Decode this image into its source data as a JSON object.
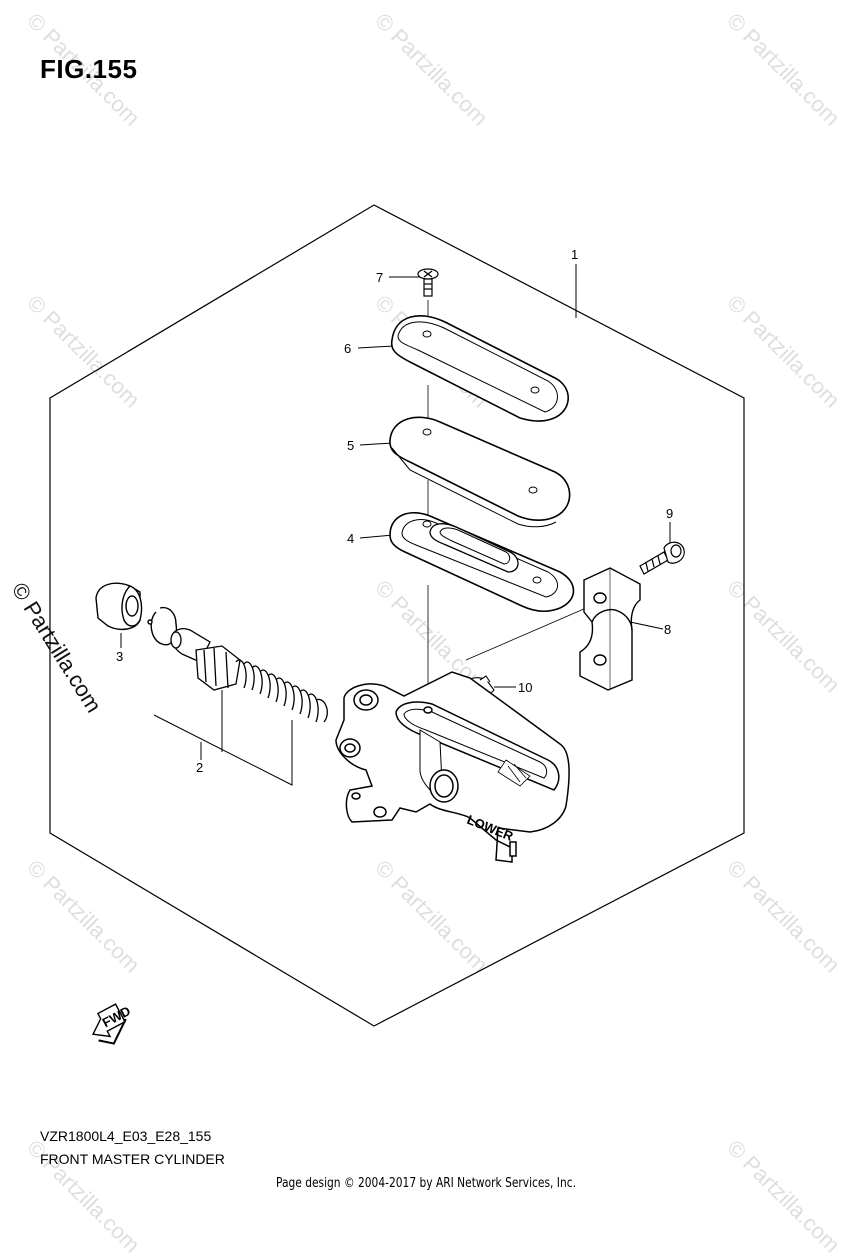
{
  "figure": {
    "title": "FIG.155",
    "model_code": "VZR1800L4_E03_E28_155",
    "diagram_name": "FRONT MASTER CYLINDER",
    "footer": "Page design © 2004-2017 by ARI Network Services, Inc."
  },
  "callouts": [
    "1",
    "2",
    "3",
    "4",
    "5",
    "6",
    "7",
    "8",
    "9",
    "10"
  ],
  "part_labels": {
    "reservoir_marking": "LOWER",
    "direction_marker": "FWD"
  },
  "watermark": {
    "text": "© Partzilla.com"
  }
}
